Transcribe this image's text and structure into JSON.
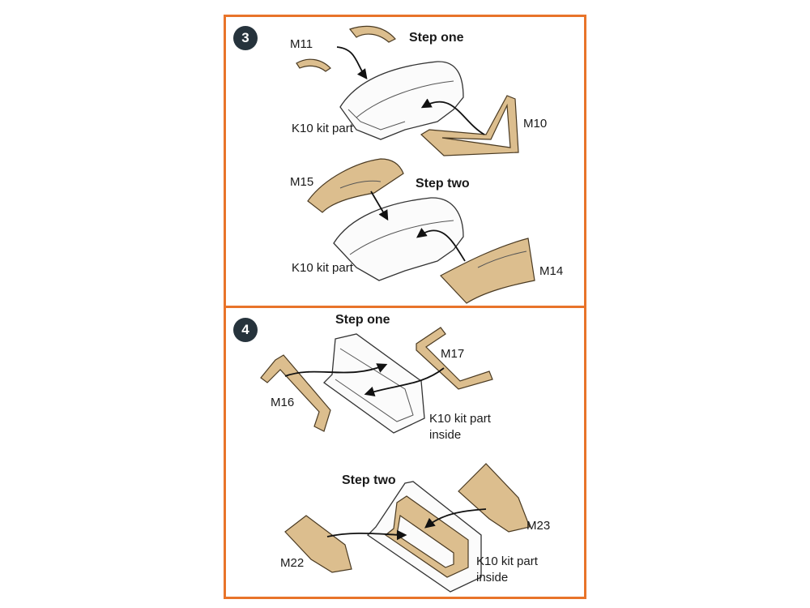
{
  "colors": {
    "border": "#e8742a",
    "badge": "#26333c",
    "mask_part": "#dcbe8e"
  },
  "panel3": {
    "number": "3",
    "step_one": "Step one",
    "step_two": "Step two",
    "labels": {
      "m11": "M11",
      "m10": "M10",
      "kit_part_a": "K10 kit part",
      "m15": "M15",
      "m14": "M14",
      "kit_part_b": "K10 kit part"
    }
  },
  "panel4": {
    "number": "4",
    "step_one": "Step one",
    "step_two": "Step two",
    "labels": {
      "m17": "M17",
      "m16": "M16",
      "kit_inside_a_1": "K10 kit part",
      "kit_inside_a_2": "inside",
      "m23": "M23",
      "m22": "M22",
      "kit_inside_b_1": "K10 kit part",
      "kit_inside_b_2": "inside"
    }
  }
}
